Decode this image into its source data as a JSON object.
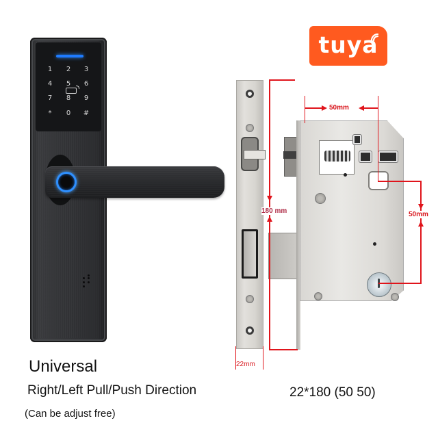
{
  "brand": {
    "name": "tuya",
    "color": "#ff5a1f",
    "icon": "wifi-signal-icon"
  },
  "product": {
    "keypad": {
      "keys": [
        "1",
        "2",
        "3",
        "4",
        "5",
        "6",
        "7",
        "8",
        "9",
        "*",
        "0",
        "#"
      ],
      "card_icon": "card-reader-icon",
      "led_color": "#1e7bff"
    },
    "fingerprint_ring_color": "#2e8fff"
  },
  "dimensions": {
    "height_label": "180 mm",
    "backset_label": "50mm",
    "center_distance_label": "50mm",
    "faceplate_width_label": "22mm",
    "line_color": "#e0141b"
  },
  "captions": {
    "title": "Universal",
    "direction": "Right/Left Pull/Push Direction",
    "adjust_note": "(Can be adjust free)",
    "spec": "22*180 (50 50)"
  }
}
